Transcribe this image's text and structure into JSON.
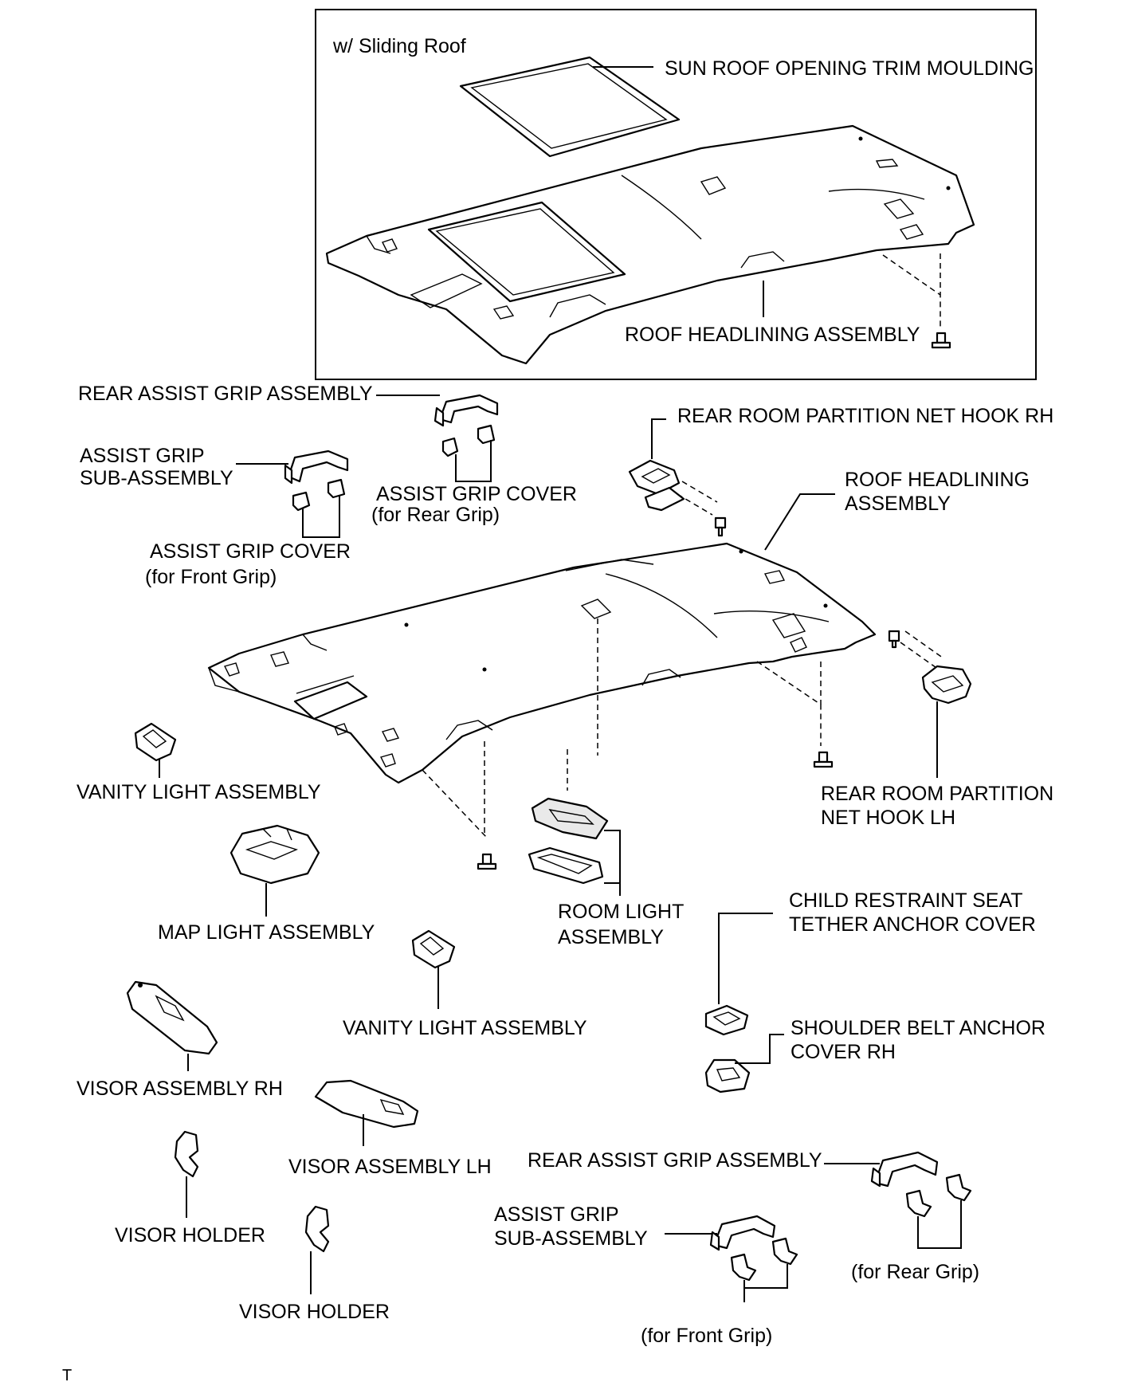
{
  "inset": {
    "title": "w/ Sliding Roof"
  },
  "labels": {
    "sun_roof_trim": "SUN ROOF OPENING TRIM MOULDING",
    "roof_headlining_inset": "ROOF HEADLINING ASSEMBLY",
    "rear_assist_grip_top": "REAR ASSIST GRIP ASSEMBLY",
    "partition_hook_rh": "REAR ROOM PARTITION NET HOOK RH",
    "assist_grip_sub_top": [
      "ASSIST GRIP",
      "SUB-ASSEMBLY"
    ],
    "assist_grip_cover_rear": [
      "ASSIST GRIP COVER",
      "(for Rear Grip)"
    ],
    "roof_headlining_main": [
      "ROOF HEADLINING",
      "ASSEMBLY"
    ],
    "assist_grip_cover_front": [
      "ASSIST GRIP COVER",
      "(for Front Grip)"
    ],
    "vanity_light_left": "VANITY LIGHT ASSEMBLY",
    "partition_hook_lh": [
      "REAR ROOM PARTITION",
      "NET HOOK LH"
    ],
    "map_light": "MAP LIGHT ASSEMBLY",
    "room_light": [
      "ROOM LIGHT",
      "ASSEMBLY"
    ],
    "child_restraint": [
      "CHILD RESTRAINT SEAT",
      "TETHER ANCHOR COVER"
    ],
    "vanity_light_center": "VANITY LIGHT ASSEMBLY",
    "shoulder_belt": [
      "SHOULDER BELT ANCHOR",
      "COVER RH"
    ],
    "visor_rh": "VISOR ASSEMBLY RH",
    "visor_lh": "VISOR ASSEMBLY LH",
    "visor_holder_1": "VISOR HOLDER",
    "visor_holder_2": "VISOR HOLDER",
    "rear_assist_grip_bottom": "REAR ASSIST GRIP ASSEMBLY",
    "assist_grip_sub_bottom": [
      "ASSIST GRIP",
      "SUB-ASSEMBLY"
    ],
    "for_rear_grip": "(for Rear Grip)",
    "for_front_grip": "(for Front Grip)",
    "corner_mark": "T"
  }
}
